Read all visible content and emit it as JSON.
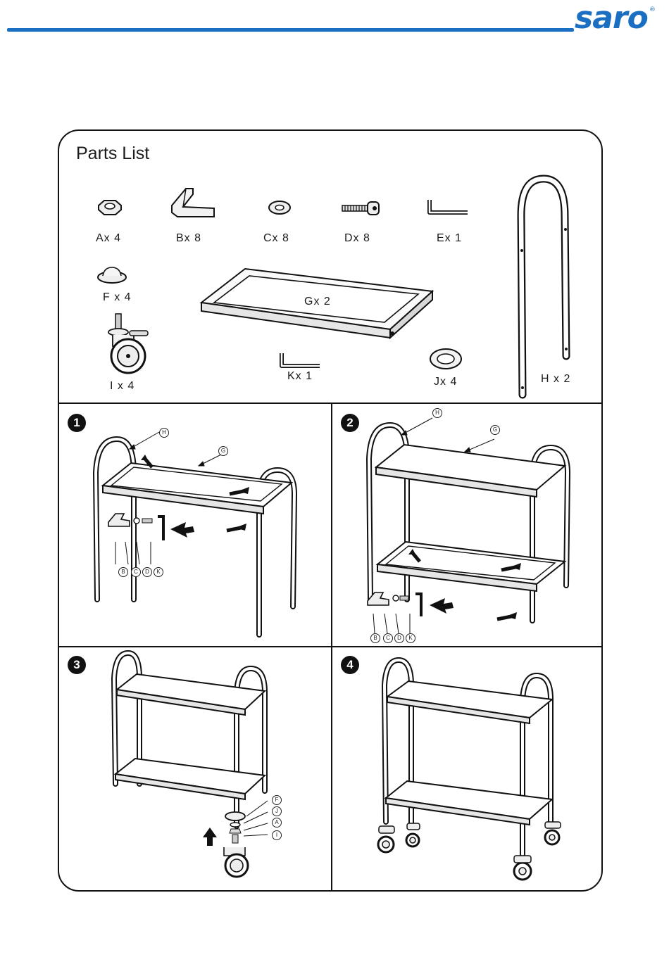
{
  "brand": {
    "logo_text": "saro",
    "registered_mark": "®",
    "accent_color": "#1a6fc2"
  },
  "parts_list": {
    "title": "Parts List",
    "parts": [
      {
        "id": "A",
        "label": "Ax 4",
        "icon": "hex-nut-icon"
      },
      {
        "id": "B",
        "label": "Bx 8",
        "icon": "bracket-icon"
      },
      {
        "id": "C",
        "label": "Cx 8",
        "icon": "washer-icon"
      },
      {
        "id": "D",
        "label": "Dx 8",
        "icon": "bolt-icon"
      },
      {
        "id": "E",
        "label": "Ex 1",
        "icon": "allen-key-icon"
      },
      {
        "id": "F",
        "label": "F x 4",
        "icon": "cap-icon"
      },
      {
        "id": "G",
        "label": "Gx 2",
        "icon": "shelf-frame-icon"
      },
      {
        "id": "H",
        "label": "H x 2",
        "icon": "u-frame-icon"
      },
      {
        "id": "I",
        "label": "I x 4",
        "icon": "caster-wheel-icon"
      },
      {
        "id": "K",
        "label": "Kx 1",
        "icon": "allen-key-icon"
      },
      {
        "id": "J",
        "label": "Jx 4",
        "icon": "ring-washer-icon"
      }
    ]
  },
  "steps": [
    {
      "number": "1",
      "callouts": [
        "H",
        "G",
        "B",
        "C",
        "D",
        "K"
      ]
    },
    {
      "number": "2",
      "callouts": [
        "H",
        "G",
        "B",
        "C",
        "D",
        "K"
      ]
    },
    {
      "number": "3",
      "callouts": [
        "F",
        "J",
        "A",
        "I"
      ]
    },
    {
      "number": "4",
      "callouts": []
    }
  ]
}
